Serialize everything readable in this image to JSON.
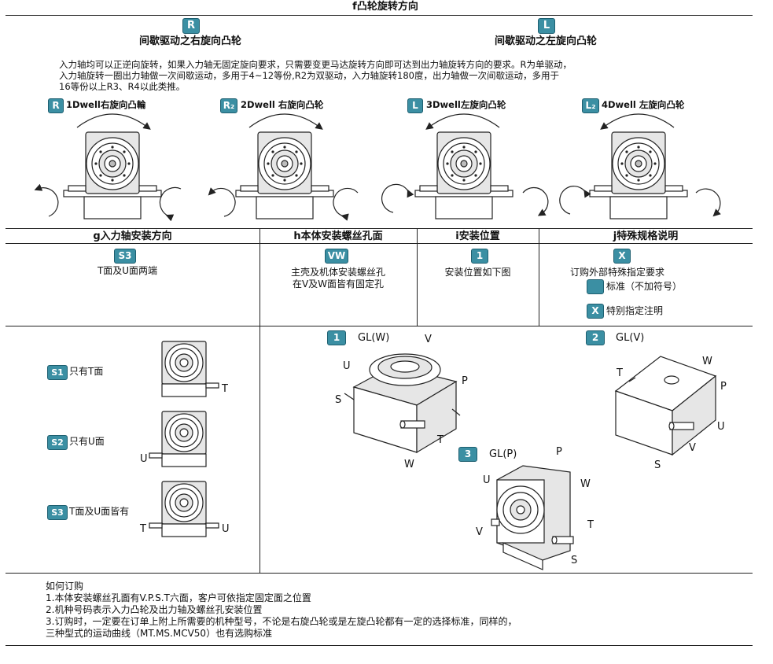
{
  "section_f": {
    "title": "f凸轮旋转方向",
    "right": {
      "badge": "R",
      "label": "间歇驱动之右旋向凸轮"
    },
    "left": {
      "badge": "L",
      "label": "间歇驱动之左旋向凸轮"
    },
    "paragraph": [
      "入力轴均可以正逆向旋转，如果入力轴无固定旋向要求，只需要变更马达旋转方向即可达到出力轴旋转方向的要求。R为单驱动，",
      "入力轴旋转一圈出力轴做一次间歇运动，多用于4~12等份,R2为双驱动，入力轴旋转180度，出力轴做一次间歇运动，多用于",
      "16等份以上R3、R4以此类推。"
    ],
    "dwell": [
      {
        "badge": "R",
        "label": "1Dwell右旋向凸輪"
      },
      {
        "badge": "R₂",
        "label": "2Dwell 右旋向凸轮"
      },
      {
        "badge": "L",
        "label": "3Dwell左旋向凸轮"
      },
      {
        "badge": "L₂",
        "label": "4Dwell  左旋向凸轮"
      }
    ]
  },
  "section_g": {
    "title": "g入力轴安装方向",
    "badge": "S3",
    "desc": "T面及U面两端"
  },
  "section_h": {
    "title": "h本体安装螺丝孔面",
    "badge": "VW",
    "desc": [
      "主壳及机体安装螺丝孔",
      "在V及W面皆有固定孔"
    ]
  },
  "section_i": {
    "title": "i安装位置",
    "badge": "1",
    "desc": "安装位置如下图"
  },
  "section_j": {
    "title": "j特殊规格说明",
    "badge": "X",
    "desc": "订购外部特殊指定要求",
    "standard": "标准（不加符号）",
    "special_badge": "X",
    "special": "特别指定注明"
  },
  "shaft_options": [
    {
      "badge": "S1",
      "label": "只有T面",
      "letters": [
        "T"
      ]
    },
    {
      "badge": "S2",
      "label": "只有U面",
      "letters": [
        "U"
      ]
    },
    {
      "badge": "S3",
      "label": "T面及U面皆有",
      "letters": [
        "T",
        "U"
      ]
    }
  ],
  "positions": [
    {
      "badge": "1",
      "label": "GL(W)",
      "faces": [
        "V",
        "U",
        "P",
        "S",
        "T",
        "W"
      ]
    },
    {
      "badge": "2",
      "label": "GL(V)",
      "faces": [
        "T",
        "W",
        "P",
        "U",
        "V",
        "S"
      ]
    },
    {
      "badge": "3",
      "label": "GL(P)",
      "faces": [
        "P",
        "U",
        "W",
        "V",
        "T",
        "S"
      ]
    }
  ],
  "order": {
    "title": "如何订购",
    "lines": [
      "1.本体安装螺丝孔面有V.P.S.T六面，客户可依指定固定面之位置",
      "2.机种号码表示入力凸轮及出力轴及螺丝孔安装位置",
      "3.订购时，一定要在订单上附上所需要的机种型号，不论是右旋凸轮或是左旋凸轮都有一定的选择标准，同样的，",
      "三种型式的运动曲线（MT.MS.MCV50）也有选购标准"
    ]
  },
  "colors": {
    "badge": "#3b8fa3",
    "line": "#222222"
  }
}
